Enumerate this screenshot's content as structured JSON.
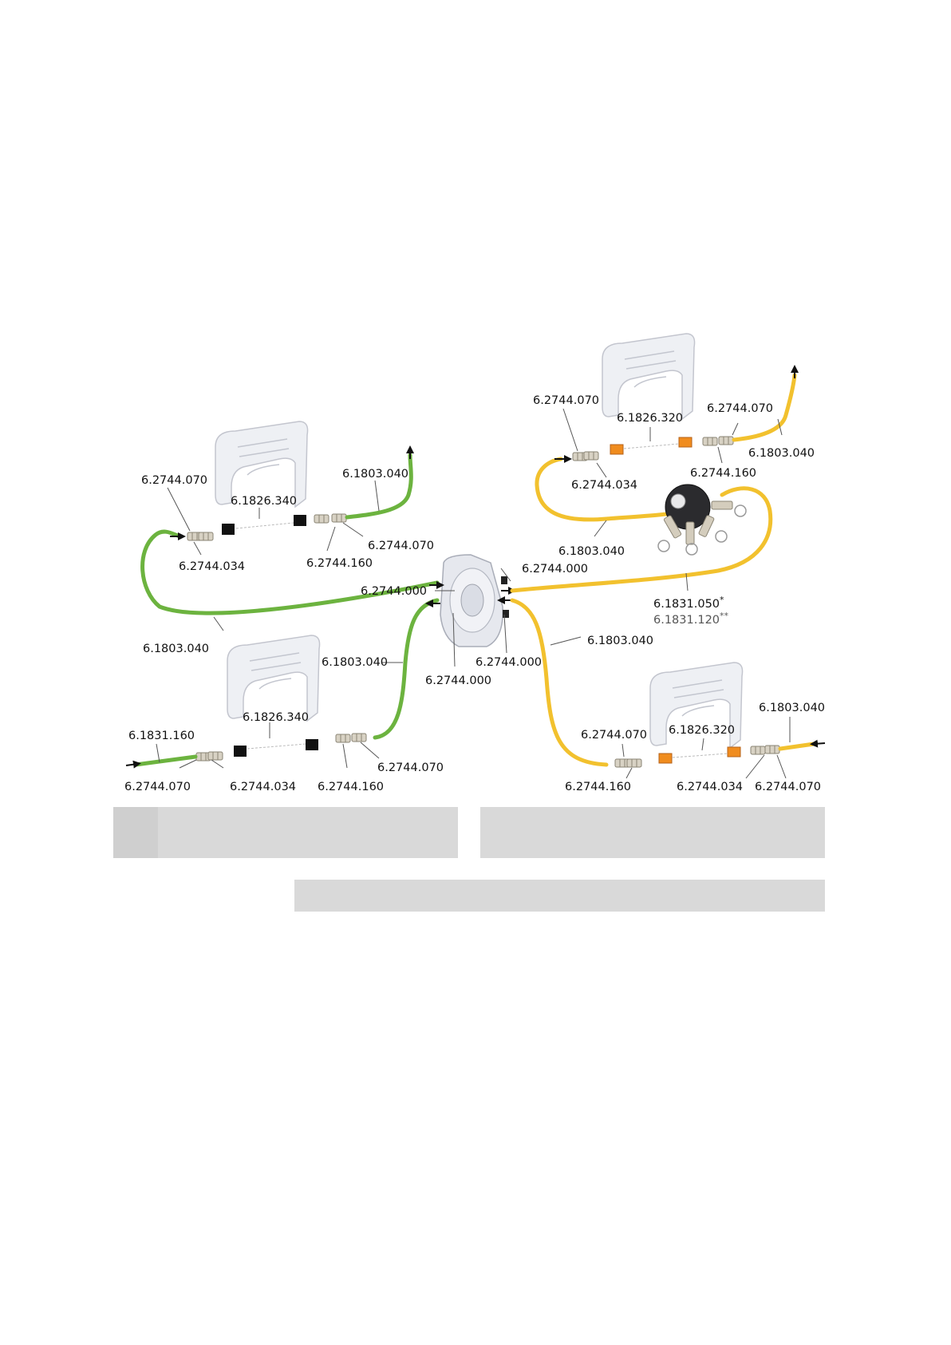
{
  "callouts": {
    "l_top_070": "6.2744.070",
    "l_top_1826": "6.1826.340",
    "l_top_1803": "6.1803.040",
    "l_top_034": "6.2744.034",
    "l_top_160": "6.2744.160",
    "l_top_070b": "6.2744.070",
    "l_mid_000": "6.2744.000",
    "l_mid_1803": "6.1803.040",
    "l_bot_1803": "6.1803.040",
    "l_bot_1826": "6.1826.340",
    "l_bot_1831": "6.1831.160",
    "l_bot_070a": "6.2744.070",
    "l_bot_034": "6.2744.034",
    "l_bot_160": "6.2744.160",
    "l_bot_070b": "6.2744.070",
    "c_000_top": "6.2744.000",
    "c_000_bot": "6.2744.000",
    "c_000_right": "6.2744.000",
    "r_top_070a": "6.2744.070",
    "r_top_1826": "6.1826.320",
    "r_top_070b": "6.2744.070",
    "r_top_1803": "6.1803.040",
    "r_top_034": "6.2744.034",
    "r_top_160": "6.2744.160",
    "r_mid_1803": "6.1803.040",
    "r_1831_050": "6.1831.050",
    "r_1831_050_mark": "*",
    "r_1831_120": "6.1831.120",
    "r_1831_120_mark": "**",
    "r_bot_1803a": "6.1803.040",
    "r_bot_1803b": "6.1803.040",
    "r_bot_070a": "6.2744.070",
    "r_bot_1826": "6.1826.320",
    "r_bot_160": "6.2744.160",
    "r_bot_034": "6.2744.034",
    "r_bot_070b": "6.2744.070"
  },
  "legend": {
    "left_cell": "",
    "left_text": "",
    "right_text": "",
    "bottom_text": ""
  },
  "colors": {
    "green_tube": "#6cb33f",
    "yellow_tube": "#f2c12e",
    "legend_gray": "#d9d9d9"
  }
}
